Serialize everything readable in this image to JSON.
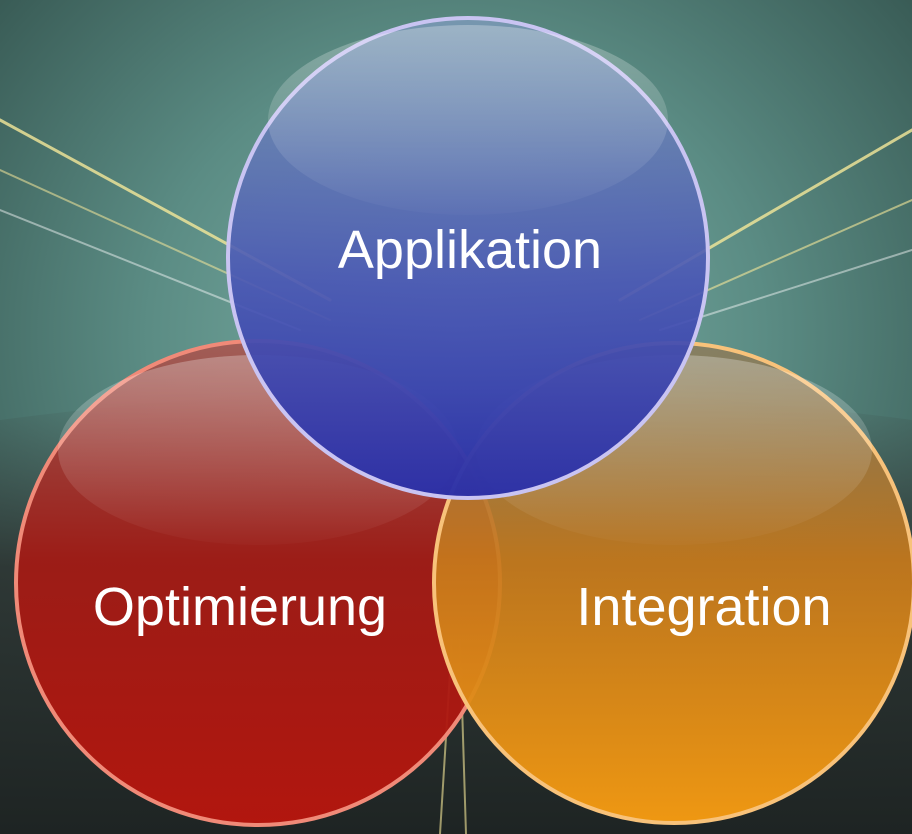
{
  "diagram": {
    "circles": [
      {
        "id": "applikation",
        "label": "Applikation",
        "color": "#3a3fb0",
        "rim": "#c9c4f2"
      },
      {
        "id": "optimierung",
        "label": "Optimierung",
        "color": "#b01a12",
        "rim": "#f08a78"
      },
      {
        "id": "integration",
        "label": "Integration",
        "color": "#e98a10",
        "rim": "#f8c27a"
      }
    ]
  },
  "colors": {
    "background_top": "#4d7a72",
    "background_mid": "#6a9a92",
    "background_bottom": "#2e3a38",
    "light_rays": "#f5e89a"
  }
}
